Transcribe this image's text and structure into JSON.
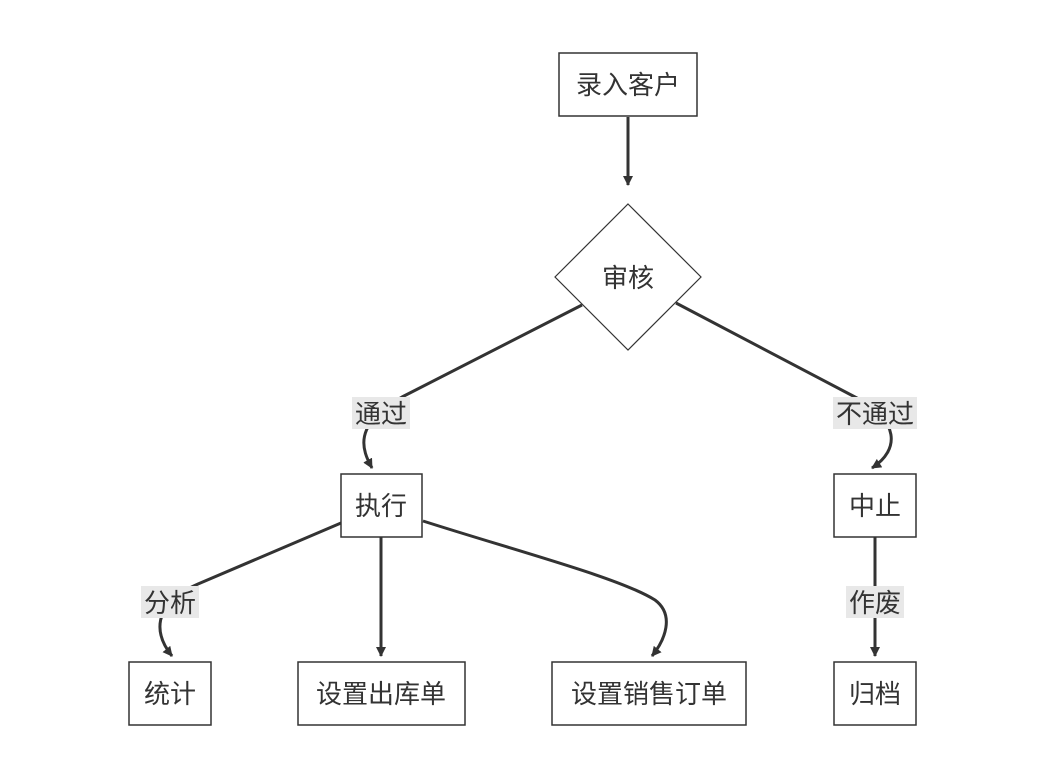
{
  "nodes": {
    "enter_customer": "录入客户",
    "review": "审核",
    "execute": "执行",
    "suspend": "中止",
    "statistics": "统计",
    "set_outbound_order": "设置出库单",
    "set_sales_order": "设置销售订单",
    "archive": "归档"
  },
  "edges": {
    "pass": "通过",
    "fail": "不通过",
    "analyze": "分析",
    "void": "作废"
  },
  "colors": {
    "stroke": "#333333",
    "label_background": "#e8e8e8"
  }
}
